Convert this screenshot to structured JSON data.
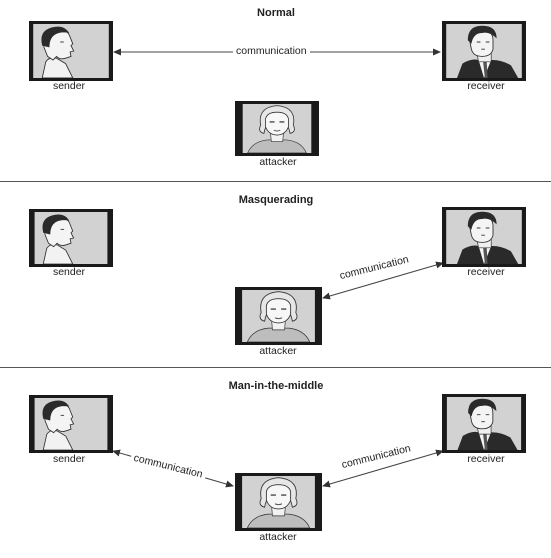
{
  "panels": [
    {
      "title": "Normal",
      "sender_label": "sender",
      "receiver_label": "receiver",
      "attacker_label": "attacker",
      "links": [
        {
          "label": "communication",
          "from": "sender",
          "to": "receiver"
        }
      ]
    },
    {
      "title": "Masquerading",
      "sender_label": "sender",
      "receiver_label": "receiver",
      "attacker_label": "attacker",
      "links": [
        {
          "label": "communication",
          "from": "attacker",
          "to": "receiver"
        }
      ]
    },
    {
      "title": "Man-in-the-middle",
      "sender_label": "sender",
      "receiver_label": "receiver",
      "attacker_label": "attacker",
      "links": [
        {
          "label": "communication",
          "from": "sender",
          "to": "attacker"
        },
        {
          "label": "communication",
          "from": "attacker",
          "to": "receiver"
        }
      ]
    }
  ],
  "colors": {
    "frame": "#1a1a1a",
    "fill": "#d2d2d2",
    "face": "#f4f4f4",
    "dark": "#2a2a2a",
    "line": "#444444"
  }
}
